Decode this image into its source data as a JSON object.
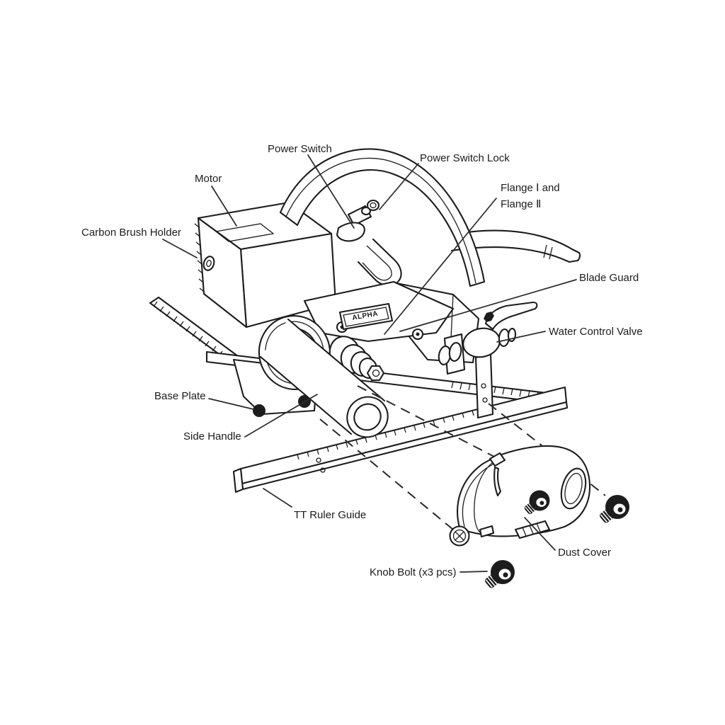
{
  "figure": {
    "title": "Tile saw exploded parts diagram",
    "brand_plate": "ALPHA",
    "colors": {
      "line": "#1d1d1d",
      "background": "#ffffff"
    },
    "labels": {
      "power_switch": "Power Switch",
      "power_switch_lock": "Power Switch Lock",
      "motor": "Motor",
      "carbon_brush_holder": "Carbon Brush Holder",
      "flange_line1": "Flange Ⅰ and",
      "flange_line2": "Flange Ⅱ",
      "blade_guard": "Blade Guard",
      "water_control_valve": "Water Control Valve",
      "base_plate": "Base Plate",
      "side_handle": "Side Handle",
      "tt_ruler_guide": "TT Ruler Guide",
      "dust_cover": "Dust Cover",
      "knob_bolt": "Knob Bolt (x3 pcs)"
    }
  }
}
